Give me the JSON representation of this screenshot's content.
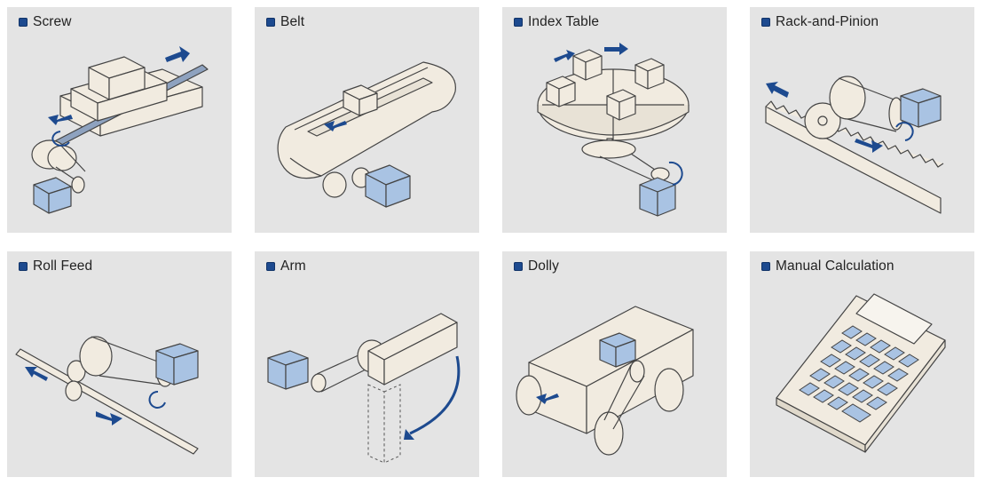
{
  "tiles": [
    {
      "label": "Screw",
      "icon": "screw-mechanism-icon"
    },
    {
      "label": "Belt",
      "icon": "belt-conveyor-icon"
    },
    {
      "label": "Index Table",
      "icon": "index-table-icon"
    },
    {
      "label": "Rack-and-Pinion",
      "icon": "rack-and-pinion-icon"
    },
    {
      "label": "Roll Feed",
      "icon": "roll-feed-icon"
    },
    {
      "label": "Arm",
      "icon": "arm-mechanism-icon"
    },
    {
      "label": "Dolly",
      "icon": "dolly-icon"
    },
    {
      "label": "Manual Calculation",
      "icon": "calculator-icon"
    }
  ],
  "colors": {
    "tile_bg": "#e4e4e4",
    "bullet": "#1d4a8f",
    "arrow": "#1d4a8f",
    "body_fill": "#f1ebe0",
    "motor_fill": "#a9c3e3",
    "outline": "#444444"
  }
}
